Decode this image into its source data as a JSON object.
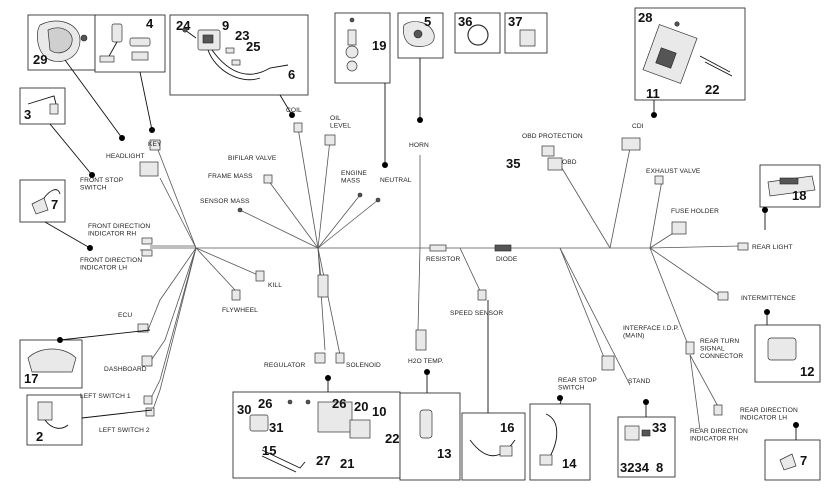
{
  "harness_labels": {
    "headlight": "HEADLIGHT",
    "key": "KEY",
    "coil": "COIL",
    "oil_level": "OIL\nLEVEL",
    "horn": "HORN",
    "obd_protection": "OBD PROTECTION",
    "cdi": "CDI",
    "bifilar_valve": "BIFILAR VALVE",
    "frame_mass": "FRAME MASS",
    "engine_mass": "ENGINE\nMASS",
    "neutral": "NEUTRAL",
    "obd": "OBD",
    "exhaust_valve": "EXHAUST VALVE",
    "front_stop_switch": "FRONT STOP\nSWITCH",
    "sensor_mass": "SENSOR MASS",
    "fuse_holder": "FUSE HOLDER",
    "front_direction_rh": "FRONT DIRECTION\nINDICATOR RH",
    "front_direction_lh": "FRONT DIRECTION\nINDICATOR LH",
    "resistor": "RESISTOR",
    "diode": "DIODE",
    "rear_light": "REAR LIGHT",
    "kill": "KILL",
    "flywheel": "FLYWHEEL",
    "speed_sensor": "SPEED SENSOR",
    "intermittence": "INTERMITTENCE",
    "ecu": "ECU",
    "interface_idp": "INTERFACE I.D.P.\n(MAIN)",
    "rear_turn_signal_connector": "REAR TURN\nSIGNAL\nCONNECTOR",
    "dashboard": "DASHBOARD",
    "regulator": "REGULATOR",
    "solenoid": "SOLENOID",
    "h2o_temp": "H2O TEMP.",
    "rear_stop_switch": "REAR STOP\nSWITCH",
    "stand": "STAND",
    "left_switch_1": "LEFT SWITCH 1",
    "left_switch_2": "LEFT SWITCH 2",
    "rear_direction_lh": "REAR DIRECTION\nINDICATOR LH",
    "rear_direction_rh": "REAR DIRECTION\nINDICATOR RH"
  },
  "callouts": {
    "n2": "2",
    "n3": "3",
    "n4": "4",
    "n5": "5",
    "n6": "6",
    "n7a": "7",
    "n7b": "7",
    "n8": "8",
    "n9": "9",
    "n10": "10",
    "n11": "11",
    "n12": "12",
    "n13": "13",
    "n14": "14",
    "n15": "15",
    "n16": "16",
    "n17": "17",
    "n18": "18",
    "n19": "19",
    "n20": "20",
    "n21": "21",
    "n22a": "22",
    "n22b": "22",
    "n23": "23",
    "n24": "24",
    "n25": "25",
    "n26a": "26",
    "n26b": "26",
    "n27": "27",
    "n28": "28",
    "n29": "29",
    "n30": "30",
    "n31": "31",
    "n3234": "3234",
    "n33": "33",
    "n36": "36",
    "n37": "37",
    "n35": "35"
  }
}
